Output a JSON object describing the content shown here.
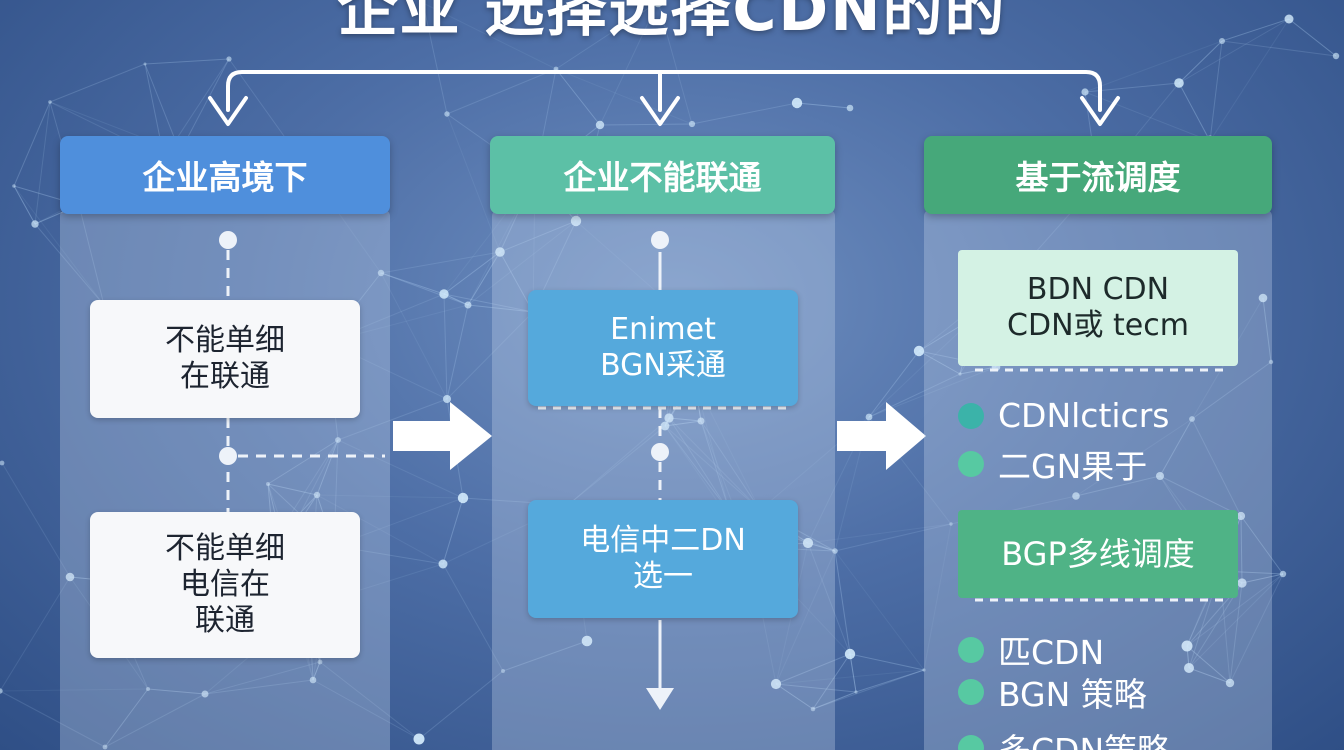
{
  "title": "企业 选择选择CDN的的",
  "columns": [
    {
      "header": "企业高境下",
      "cards": [
        {
          "lines": [
            "不能单细",
            "在联通"
          ]
        },
        {
          "lines": [
            "不能单细",
            "电信在",
            "联通"
          ]
        }
      ]
    },
    {
      "header": "企业不能联通",
      "cards": [
        {
          "lines": [
            "Enimet",
            "BGN采通"
          ]
        },
        {
          "lines": [
            "电信中二DN",
            "选一"
          ]
        }
      ]
    },
    {
      "header": "基于流调度",
      "box1": {
        "lines": [
          "BDN CDN",
          "CDN或 tecm"
        ]
      },
      "bullets1": [
        "CDNlcticrs",
        "二GN果于"
      ],
      "box2": {
        "label": "BGP多线调度"
      },
      "bullets2": [
        "匹CDN",
        "BGN 策略",
        "多CDN策略"
      ]
    }
  ],
  "colors": {
    "header_left": "#4f8fdc",
    "header_middle": "#5cc0a6",
    "header_right": "#46a87a",
    "card_blue": "#55a9dc",
    "card_mint": "#d4f2e4",
    "card_green": "#4fb386",
    "bullet_dot": "#57c9a2"
  }
}
